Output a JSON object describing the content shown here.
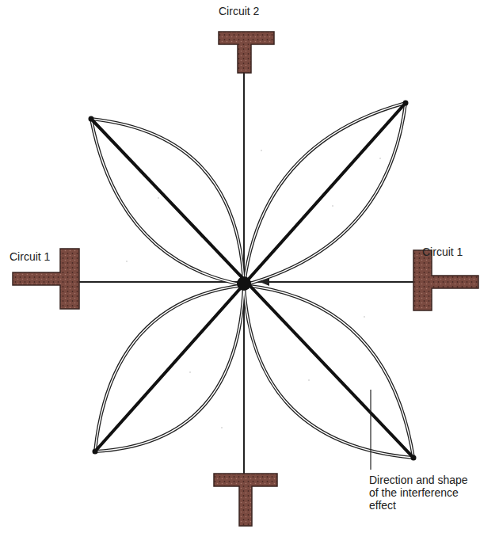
{
  "diagram": {
    "labels": [
      "Circuit 2",
      "Circuit 1",
      "Circuit 1",
      "Direction and shape of the interference effect"
    ]
  }
}
